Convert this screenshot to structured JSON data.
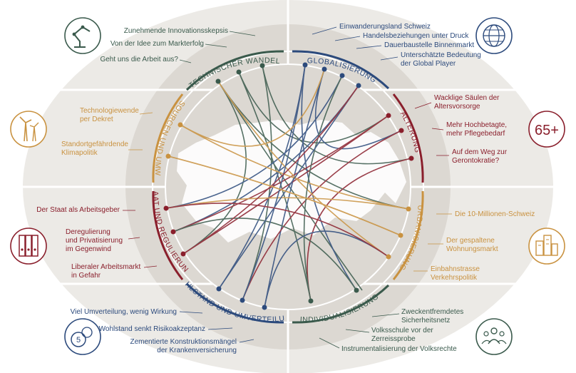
{
  "colors": {
    "technik": "#3a5a4c",
    "global": "#2c4a7c",
    "alterung": "#8a1f2c",
    "urban": "#c99240",
    "individual": "#3a5a4c",
    "wohlstand": "#2c4a7c",
    "staat": "#8a1f2c",
    "ressourcen": "#c99240",
    "ring_bg": "#dcd8d2",
    "band_bg": "#eceae6",
    "map": "#ffffff"
  },
  "sectors": {
    "technik": "TECHNISCHER WANDEL",
    "global": "GLOBALISIERUNG",
    "alterung": "ALTERUNG",
    "urban": "URBANISIERUNG",
    "individual": "INDIVIDUALISIERUNG",
    "wohlstand": "WOHLSTAND UND UMVERTEILUNG",
    "staat": "STAAT UND REGULIERUNG",
    "ressourcen": "RESSOURCEN UND UMWELT"
  },
  "labels": {
    "t1": "Zunehmende Innovationsskepsis",
    "t2": "Von der Idee zum Markterfolg",
    "t3": "Geht uns die Arbeit aus?",
    "g1": "Einwanderungsland Schweiz",
    "g2": "Handelsbeziehungen unter Druck",
    "g3": "Dauerbaustelle Binnenmarkt",
    "g4a": "Unterschätzte Bedeutung",
    "g4b": "der Global Player",
    "a1a": "Wacklige Säulen der",
    "a1b": "Altersvorsorge",
    "a2a": "Mehr Hochbetagte,",
    "a2b": "mehr Pflegebedarf",
    "a3a": "Auf dem Weg zur",
    "a3b": "Gerontokratie?",
    "u1": "Die 10-Millionen-Schweiz",
    "u2a": "Der gespaltene",
    "u2b": "Wohnungsmarkt",
    "u3a": "Einbahnstrasse",
    "u3b": "Verkehrspolitik",
    "i1a": "Zweckentfremdetes",
    "i1b": "Sicherheitsnetz",
    "i2a": "Volksschule vor der",
    "i2b": "Zerreissprobe",
    "i3": "Instrumentalisierung der Volksrechte",
    "w1": "Viel Umverteilung, wenig Wirkung",
    "w2": "Wohlstand senkt Risikoakzeptanz",
    "w3a": "Zementierte Konstruktionsmängel",
    "w3b": "der Krankenversicherung",
    "s1": "Der Staat als Arbeitsgeber",
    "s2a": "Deregulierung",
    "s2b": "und Privatisierung",
    "s2c": "im Gegenwind",
    "s3a": "Liberaler Arbeitsmarkt",
    "s3b": "in Gefahr",
    "r1a": "Technologiewende",
    "r1b": "per Dekret",
    "r2a": "Standortgefährdende",
    "r2b": "Klimapolitik"
  },
  "icons": {
    "alterung_text": "65+",
    "wohlstand_coin": "5",
    "technik": "robot-arm-icon",
    "global": "globe-icon",
    "ressourcen": "wind-turbine-icon",
    "staat": "binders-icon",
    "urban": "buildings-icon",
    "individual": "people-icon"
  }
}
